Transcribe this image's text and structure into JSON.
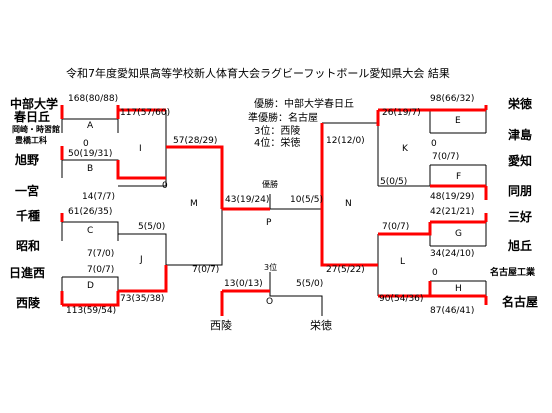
{
  "title": "令和7年度愛知県高等学校新人体育大会ラグビーフットボール愛知県大会 結果",
  "results": {
    "champion": "優勝：中部大学春日丘",
    "runner_up": "準優勝：名古屋",
    "third": "3位：西陵",
    "fourth": "4位：栄徳"
  },
  "teams": {
    "chubu1": "中部大学",
    "chubu2": "春日丘",
    "okazaki1": "岡崎・時習館",
    "okazaki2": "豊橋工科",
    "asahino": "旭野",
    "ichinomiya": "一宮",
    "chigusa": "千種",
    "showa": "昭和",
    "nisshin": "日進西",
    "seiryo": "西陵",
    "eitoku": "栄徳",
    "tsushima": "津島",
    "aichi": "愛知",
    "doho": "同朋",
    "sanko": "三好",
    "asahigaoka": "旭丘",
    "nagoya_kogyo": "名古屋工業",
    "nagoya": "名古屋"
  },
  "boxes": {
    "A": "A",
    "B": "B",
    "C": "C",
    "D": "D",
    "E": "E",
    "F": "F",
    "G": "G",
    "H": "H",
    "I": "I",
    "J": "J",
    "K": "K",
    "L": "L",
    "M": "M",
    "N": "N",
    "P": "P",
    "O": "O"
  },
  "scores": {
    "a_top": "168(80/88)",
    "a_bot": "0",
    "b_top": "50(19/31)",
    "b_bot": "14(7/7)",
    "c_top": "61(26/35)",
    "c_bot": "7(7/0)",
    "d_top": "7(0/7)",
    "d_bot": "113(59/54)",
    "i_top": "117(57/60)",
    "i_bot": "0",
    "j_top": "5(5/0)",
    "j_bot": "73(35/38)",
    "m_top": "57(28/29)",
    "m_bot": "7(0/7)",
    "p_left": "43(19/24)",
    "p_right": "10(5/5)",
    "e_top": "98(66/32)",
    "e_bot": "0",
    "f_top": "7(0/7)",
    "f_bot": "48(19/29)",
    "g_top": "42(21/21)",
    "g_bot": "34(24/10)",
    "h_top": "0",
    "h_bot": "87(46/41)",
    "k_top": "26(19/7)",
    "k_bot": "5(0/5)",
    "l_top": "7(0/7)",
    "l_bot": "90(54/36)",
    "n_top": "12(12/0)",
    "n_bot": "27(5/22)",
    "o_left": "13(0/13)",
    "o_right": "5(5/0)"
  },
  "labels": {
    "final": "優勝",
    "third_place": "3位"
  },
  "finalists": {
    "third_left": "西陵",
    "third_right": "栄徳"
  },
  "colors": {
    "winner_line": "#ff0000",
    "line": "#000000"
  }
}
